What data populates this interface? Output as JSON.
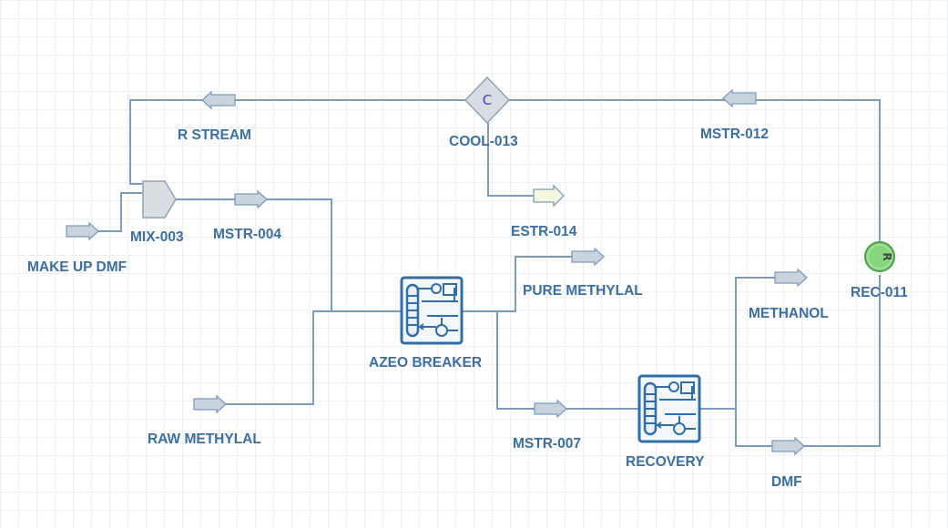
{
  "units": {
    "cool": {
      "label": "COOL-013",
      "symbol": "C"
    },
    "mix": {
      "label": "MIX-003"
    },
    "rec": {
      "label": "REC-011",
      "symbol": "R"
    },
    "azeo": {
      "label": "AZEO BREAKER"
    },
    "recovery": {
      "label": "RECOVERY"
    }
  },
  "streams": {
    "r_stream": "R STREAM",
    "mstr_012": "MSTR-012",
    "mstr_004": "MSTR-004",
    "make_up_dmf": "MAKE UP DMF",
    "estr_014": "ESTR-014",
    "pure_methylal": "PURE METHYLAL",
    "methanol": "METHANOL",
    "raw_methylal": "RAW METHYLAL",
    "mstr_007": "MSTR-007",
    "dmf": "DMF"
  },
  "colors": {
    "line": "#7d9cbd",
    "label": "#3b6ea5",
    "column": "#2f6ea8",
    "recycle": "#7fd67a"
  }
}
